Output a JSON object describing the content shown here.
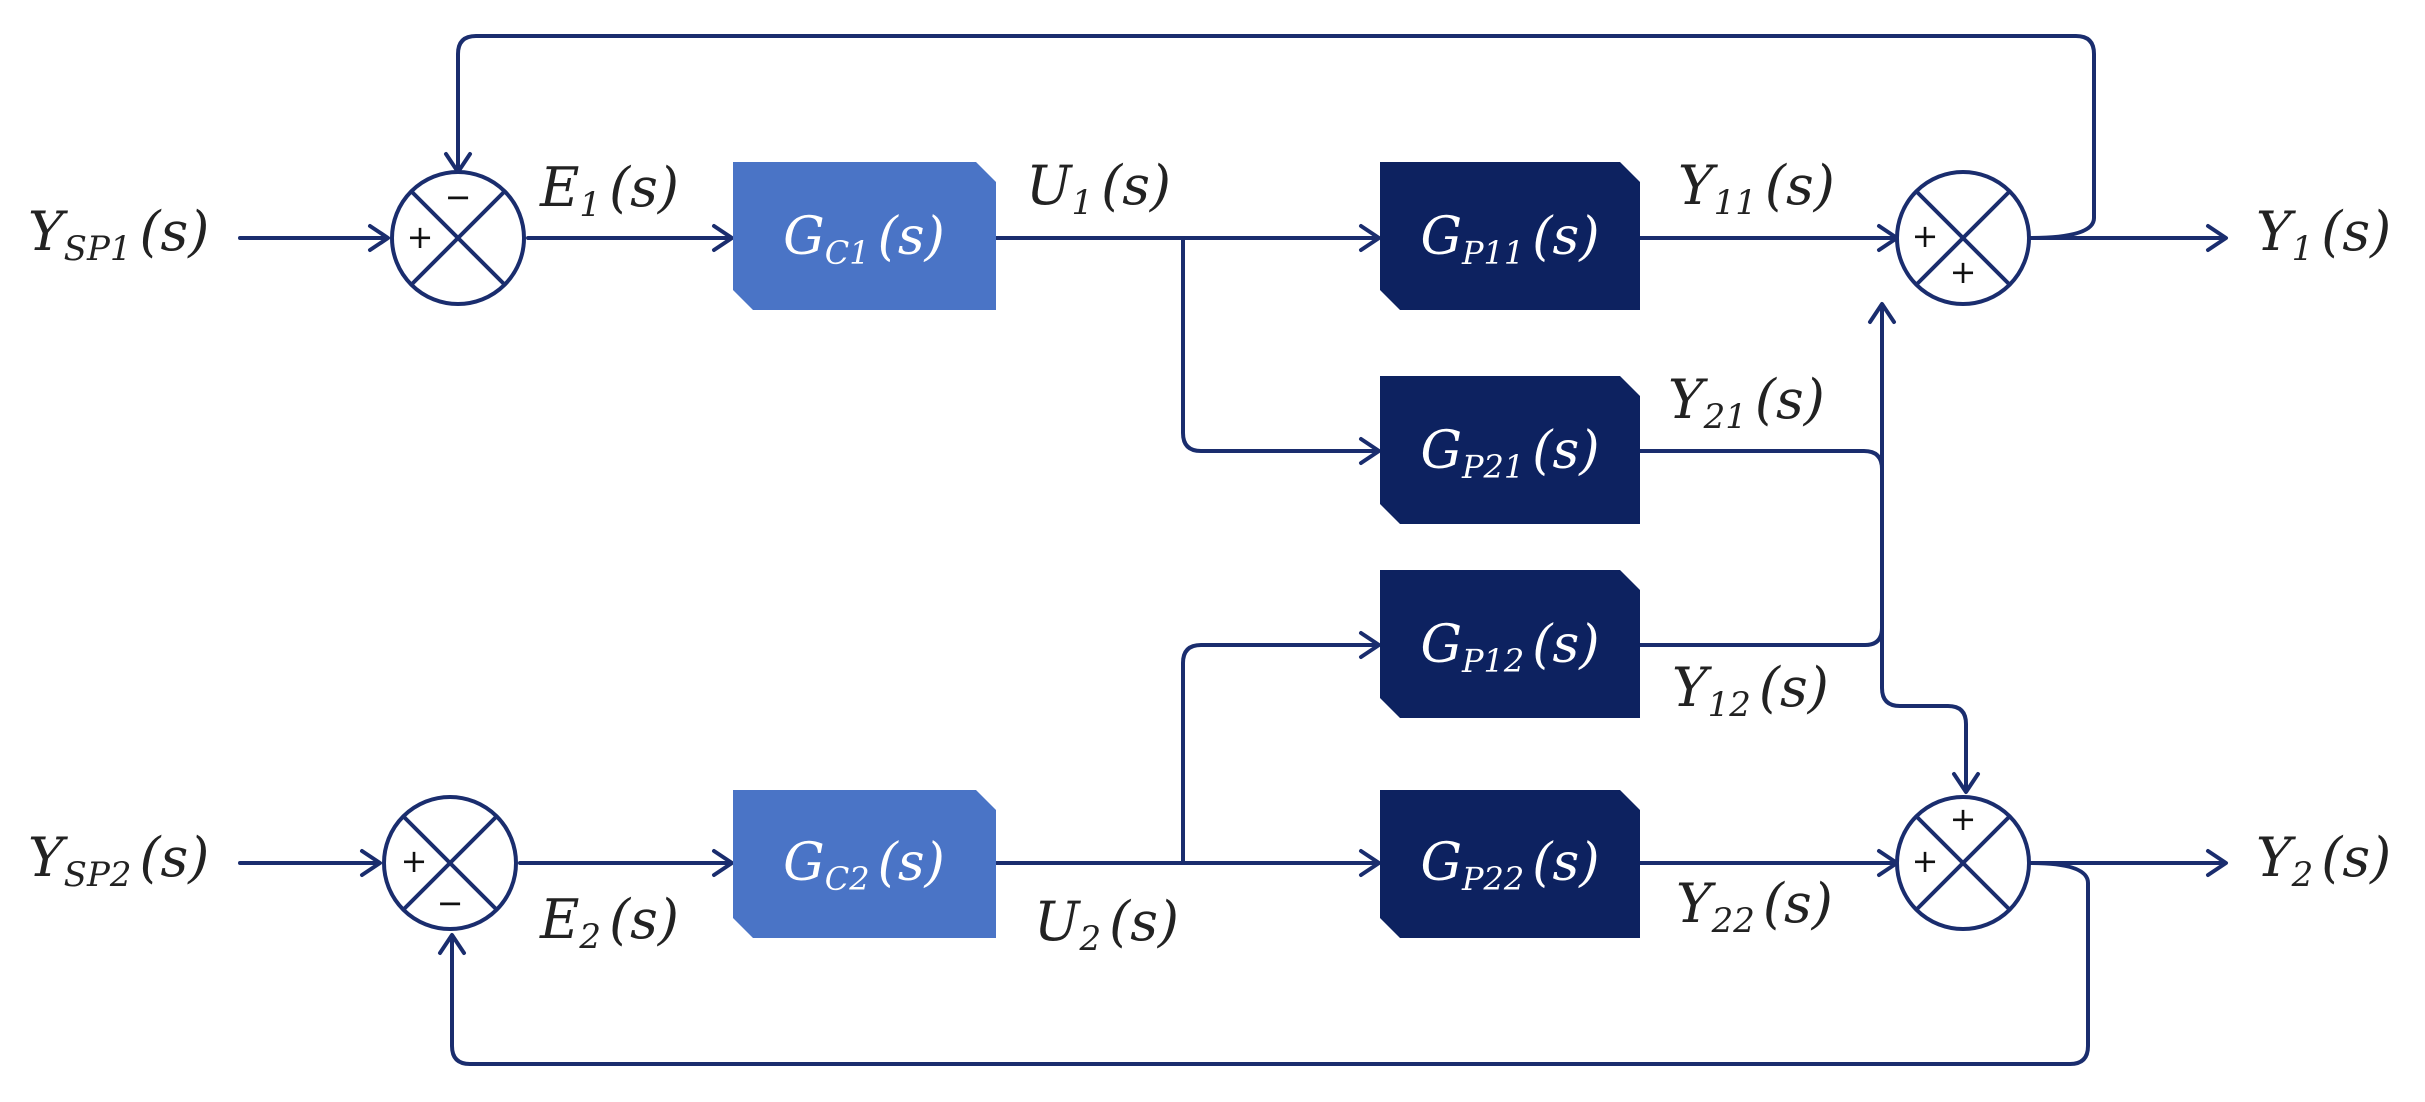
{
  "colors": {
    "wire": "#1a2d6e",
    "controller_block": "#4a74c6",
    "process_block": "#0d2260",
    "label_text": "#222222",
    "block_text": "#ffffff"
  },
  "blocks": {
    "gc1": {
      "main": "G",
      "sub": "C1",
      "arg": "(s)"
    },
    "gc2": {
      "main": "G",
      "sub": "C2",
      "arg": "(s)"
    },
    "gp11": {
      "main": "G",
      "sub": "P11",
      "arg": "(s)"
    },
    "gp21": {
      "main": "G",
      "sub": "P21",
      "arg": "(s)"
    },
    "gp12": {
      "main": "G",
      "sub": "P12",
      "arg": "(s)"
    },
    "gp22": {
      "main": "G",
      "sub": "P22",
      "arg": "(s)"
    }
  },
  "signals": {
    "ysp1": {
      "main": "Y",
      "sub": "SP1",
      "arg": "(s)"
    },
    "ysp2": {
      "main": "Y",
      "sub": "SP2",
      "arg": "(s)"
    },
    "e1": {
      "main": "E",
      "sub": "1",
      "arg": "(s)"
    },
    "e2": {
      "main": "E",
      "sub": "2",
      "arg": "(s)"
    },
    "u1": {
      "main": "U",
      "sub": "1",
      "arg": "(s)"
    },
    "u2": {
      "main": "U",
      "sub": "2",
      "arg": "(s)"
    },
    "y11": {
      "main": "Y",
      "sub": "11",
      "arg": "(s)"
    },
    "y21": {
      "main": "Y",
      "sub": "21",
      "arg": "(s)"
    },
    "y12": {
      "main": "Y",
      "sub": "12",
      "arg": "(s)"
    },
    "y22": {
      "main": "Y",
      "sub": "22",
      "arg": "(s)"
    },
    "y1": {
      "main": "Y",
      "sub": "1",
      "arg": "(s)"
    },
    "y2": {
      "main": "Y",
      "sub": "2",
      "arg": "(s)"
    }
  },
  "junctions": {
    "sum1": {
      "top": "−",
      "left": "+"
    },
    "sum2": {
      "left": "+",
      "bottom": "−"
    },
    "sum3": {
      "left": "+",
      "bottom": "+"
    },
    "sum4": {
      "top": "+",
      "left": "+"
    }
  }
}
